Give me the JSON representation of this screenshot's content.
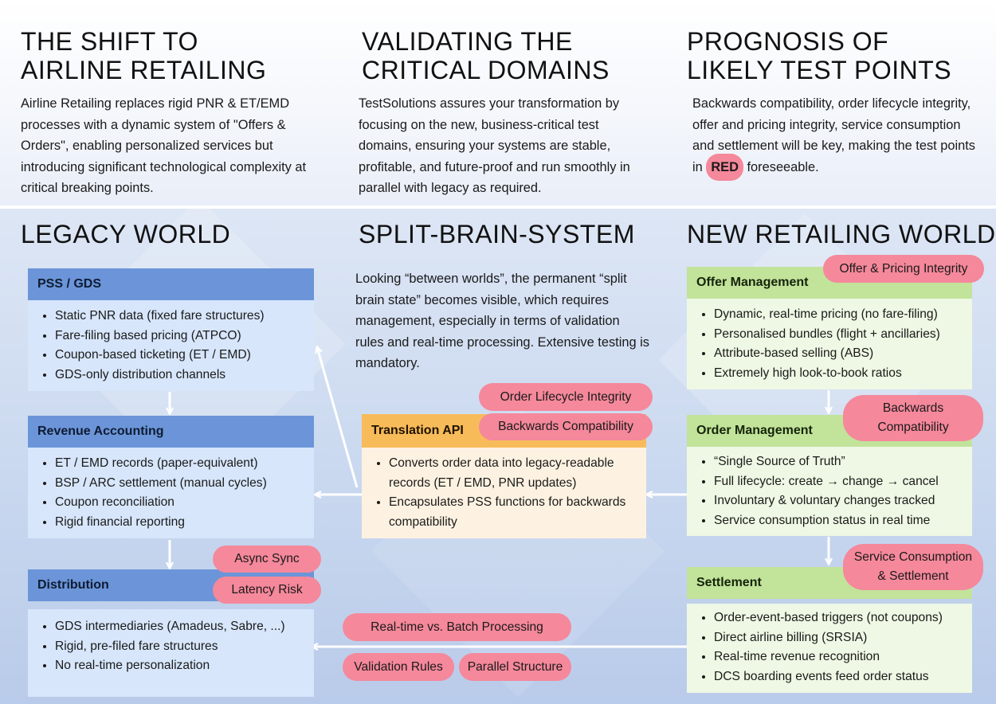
{
  "top": {
    "col1": {
      "title": "THE SHIFT TO\nAIRLINE RETAILING",
      "text": "Airline Retailing replaces rigid PNR & ET/EMD processes with a dynamic system of \"Offers & Orders\", enabling personalized services but introducing significant technological complexity at critical breaking points."
    },
    "col2": {
      "title": "VALIDATING THE\nCRITICAL DOMAINS",
      "text": "TestSolutions assures your transformation by focusing on the new, business-critical test domains, ensuring your systems are stable, profitable, and future-proof and run smoothly in parallel with legacy as required."
    },
    "col3": {
      "title": "PROGNOSIS OF\nLIKELY TEST POINTS",
      "text_before": "Backwards compatibility, order lifecycle integrity, offer and pricing integrity, service consumption and settlement will be key, making the test points in",
      "red_word": "RED",
      "text_after": "foreseeable."
    }
  },
  "sections": {
    "legacy": "LEGACY WORLD",
    "split": "SPLIT-BRAIN-SYSTEM",
    "new": "NEW RETAILING WORLD"
  },
  "split_text": "Looking “between worlds”, the permanent “split brain state” becomes visible, which requires management, especially in terms of validation rules and real-time processing. Extensive testing is mandatory.",
  "boxes": {
    "pss": {
      "title": "PSS / GDS",
      "items": [
        "Static PNR data (fixed fare structures)",
        "Fare-filing based pricing (ATPCO)",
        "Coupon-based ticketing (ET / EMD)",
        "GDS-only distribution channels"
      ]
    },
    "revenue": {
      "title": "Revenue Accounting",
      "items": [
        "ET / EMD records (paper-equivalent)",
        "BSP / ARC settlement (manual cycles)",
        "Coupon reconciliation",
        "Rigid financial reporting"
      ]
    },
    "distribution": {
      "title": "Distribution",
      "items": [
        "GDS intermediaries (Amadeus, Sabre, ...)",
        "Rigid, pre-filed fare structures",
        "No real-time personalization"
      ]
    },
    "translation": {
      "title": "Translation API",
      "items": [
        "Converts order data into legacy-readable records (ET / EMD, PNR updates)",
        "Encapsulates PSS functions for backwards compatibility"
      ]
    },
    "offer": {
      "title": "Offer Management",
      "items": [
        "Dynamic, real-time pricing (no fare-filing)",
        "Personalised bundles (flight + ancillaries)",
        "Attribute-based selling (ABS)",
        "Extremely high look-to-book ratios"
      ]
    },
    "order": {
      "title": "Order Management",
      "items": [
        "“Single Source of Truth”",
        "Full lifecycle: create → change → cancel",
        "Involuntary & voluntary changes tracked",
        "Service consumption status in real time"
      ]
    },
    "settlement": {
      "title": "Settlement",
      "items": [
        "Order-event-based triggers (not coupons)",
        "Direct airline billing (SRSIA)",
        "Real-time revenue recognition",
        "DCS boarding events feed order status"
      ]
    }
  },
  "pills": {
    "offer_pricing": "Offer & Pricing Integrity",
    "order_lifecycle": "Order Lifecycle Integrity",
    "backwards_api": "Backwards Compatibility",
    "backwards_order": "Backwards\nCompatibility",
    "service_consumption": "Service Consumption\n& Settlement",
    "async_sync": "Async Sync",
    "latency_risk": "Latency Risk",
    "realtime_batch": "Real-time vs. Batch Processing",
    "validation_rules": "Validation Rules",
    "parallel_structure": "Parallel Structure"
  },
  "colors": {
    "legacy_title": "#6b95d8",
    "legacy_body": "#d7e6fb",
    "new_title": "#c2e39a",
    "new_body": "#eef8e4",
    "api_title": "#f8bb5a",
    "api_body": "#fdf2e1",
    "pill": "#f5889b"
  }
}
